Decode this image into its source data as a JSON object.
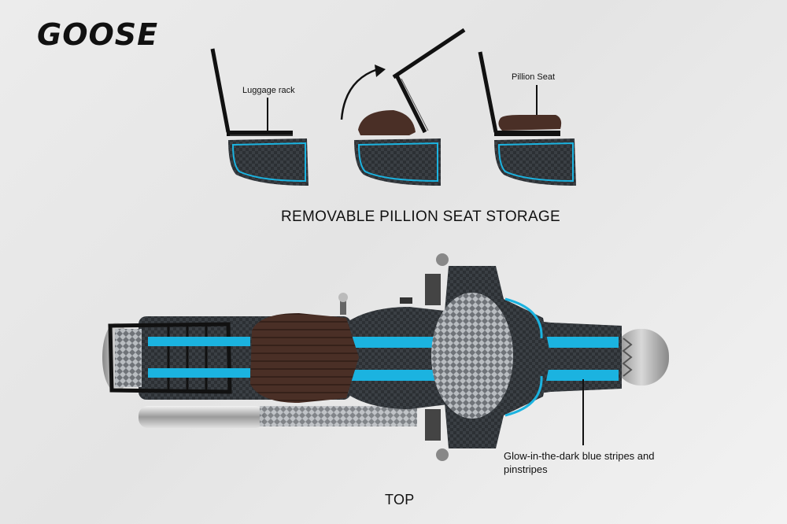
{
  "brand": {
    "name": "GOOSE"
  },
  "storage": {
    "title": "REMOVABLE PILLION SEAT STORAGE",
    "labels": {
      "luggage_rack": "Luggage rack",
      "pillion_seat": "Pillion Seat"
    }
  },
  "top_view": {
    "title": "TOP",
    "callout": "Glow-in-the-dark blue stripes and pinstripes"
  },
  "colors": {
    "accent_blue": "#1bb3e0",
    "carbon": "#2b2f33",
    "seat_brown": "#4a2f26"
  }
}
